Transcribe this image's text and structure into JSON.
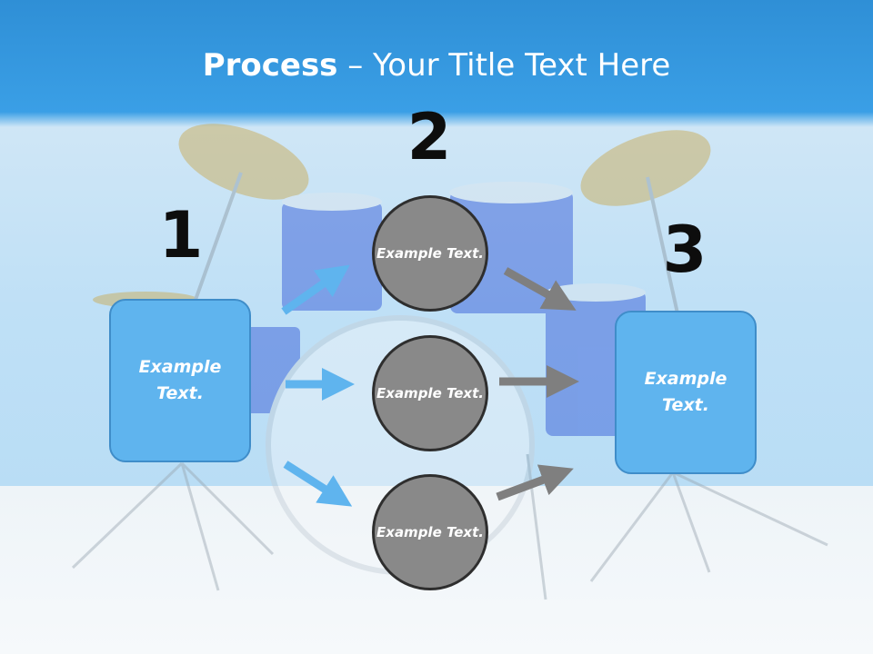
{
  "header": {
    "title_bold": "Process",
    "title_rest": " – Your Title Text Here"
  },
  "steps": [
    {
      "number": "1",
      "box_text": "Example Text."
    },
    {
      "number": "2",
      "circles": [
        "Example Text.",
        "Example Text.",
        "Example Text."
      ]
    },
    {
      "number": "3",
      "box_text": "Example Text."
    }
  ],
  "colors": {
    "header": "#3a9fe6",
    "box": "#5fb4ee",
    "circle": "#898989",
    "arrow_blue": "#5fb4ee",
    "arrow_gray": "#7f7f7f"
  }
}
